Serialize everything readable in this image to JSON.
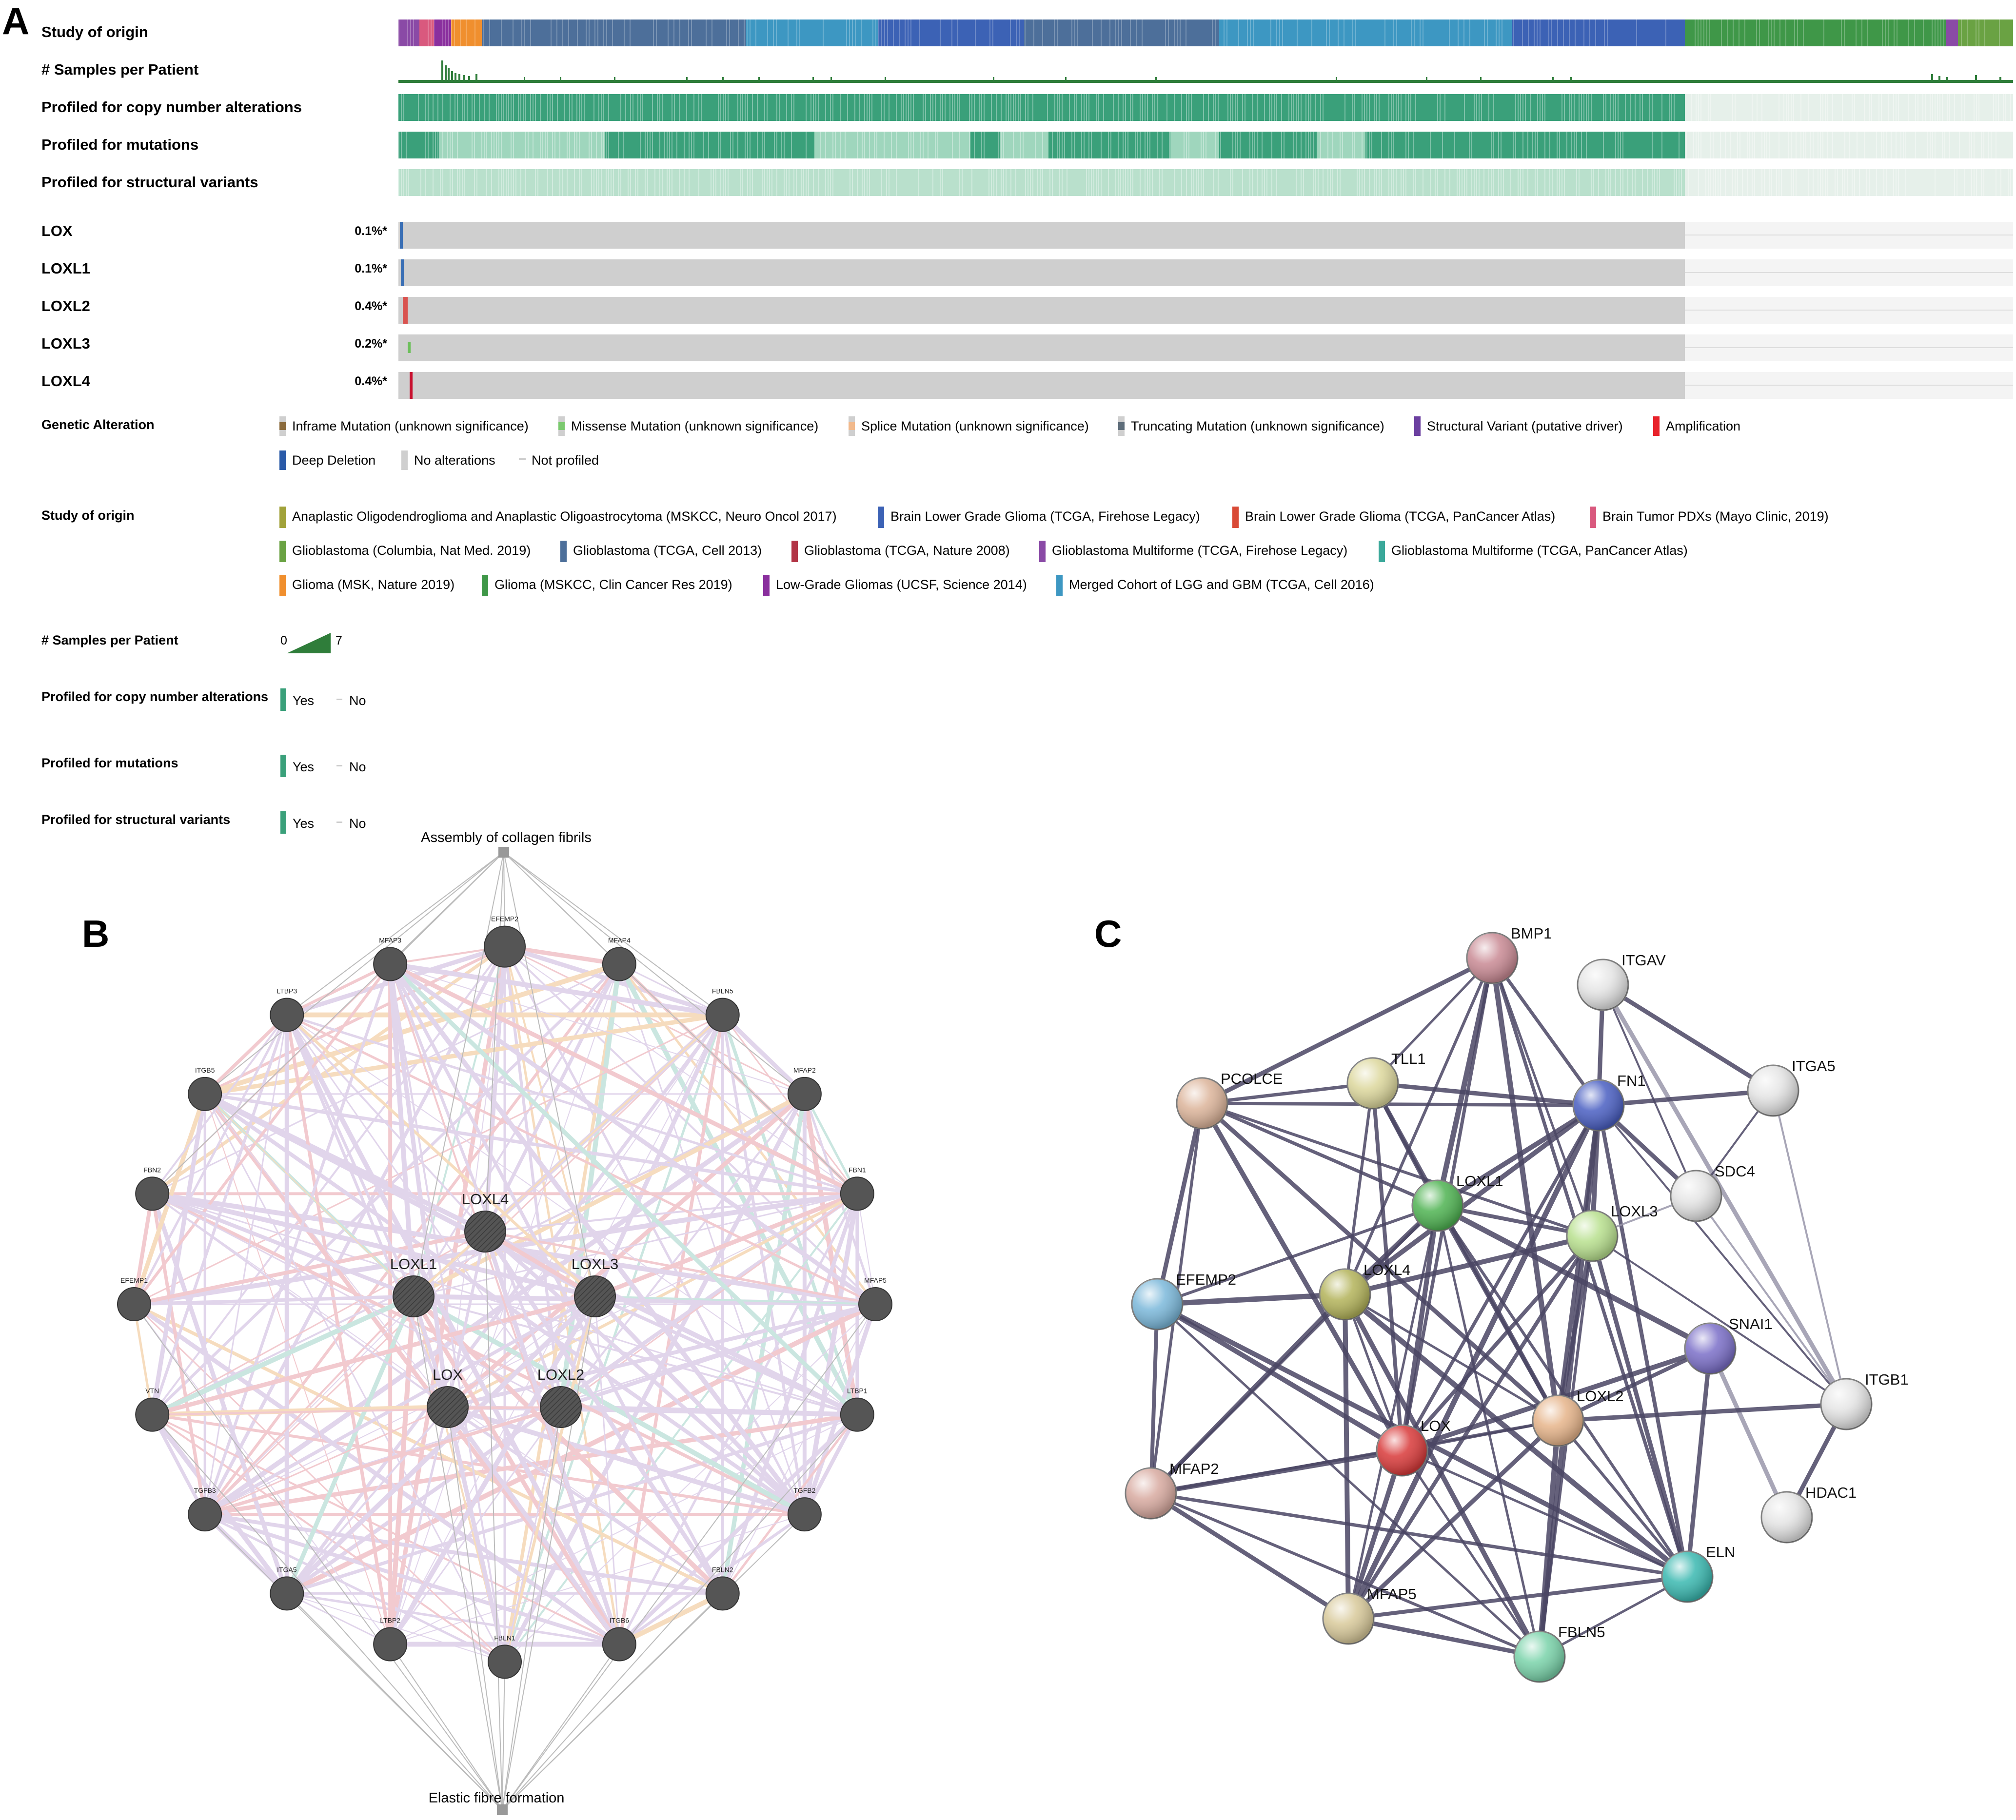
{
  "panel_letters": {
    "a": "A",
    "b": "B",
    "c": "C"
  },
  "oncoprint": {
    "track_labels": [
      "Study of origin",
      "# Samples per Patient",
      "Profiled for copy number alterations",
      "Profiled for mutations",
      "Profiled for structural variants"
    ],
    "genes": [
      {
        "name": "LOX",
        "freq": "0.1%*",
        "alt_color": "#3a6fb5"
      },
      {
        "name": "LOXL1",
        "freq": "0.1%*",
        "alt_color": "#3a6fb5"
      },
      {
        "name": "LOXL2",
        "freq": "0.4%*",
        "alt_color": "#d9534f"
      },
      {
        "name": "LOXL3",
        "freq": "0.2%*",
        "alt_color": "#6cbf5a"
      },
      {
        "name": "LOXL4",
        "freq": "0.4%*",
        "alt_color": "#c8102e"
      }
    ],
    "legend": {
      "genetic_alteration": {
        "title": "Genetic Alteration",
        "items": [
          {
            "label": "Inframe Mutation (unknown significance)",
            "color": "#8b6b3d"
          },
          {
            "label": "Missense Mutation (unknown significance)",
            "color": "#7bc96f"
          },
          {
            "label": "Splice Mutation (unknown significance)",
            "color": "#f1b98c"
          },
          {
            "label": "Truncating Mutation (unknown significance)",
            "color": "#5e6d7a"
          },
          {
            "label": "Structural Variant (putative driver)",
            "color": "#6b3fa0"
          },
          {
            "label": "Amplification",
            "color": "#e8222b"
          },
          {
            "label": "Deep Deletion",
            "color": "#2a5aa8"
          },
          {
            "label": "No alterations",
            "color": "#cfcfcf"
          },
          {
            "label": "Not profiled",
            "color": "#e8e8e8"
          }
        ]
      },
      "study_of_origin": {
        "title": "Study of origin",
        "items": [
          {
            "label": "Anaplastic Oligodendroglioma and Anaplastic Oligoastrocytoma (MSKCC, Neuro Oncol 2017)",
            "color": "#a1a23a"
          },
          {
            "label": "Brain Lower Grade Glioma (TCGA, Firehose Legacy)",
            "color": "#3c62b5"
          },
          {
            "label": "Brain Lower Grade Glioma (TCGA, PanCancer Atlas)",
            "color": "#d94a36"
          },
          {
            "label": "Brain Tumor PDXs (Mayo Clinic, 2019)",
            "color": "#d9597e"
          },
          {
            "label": "Glioblastoma (Columbia, Nat Med. 2019)",
            "color": "#6aa243"
          },
          {
            "label": "Glioblastoma (TCGA, Cell 2013)",
            "color": "#4d6f9a"
          },
          {
            "label": "Glioblastoma (TCGA, Nature 2008)",
            "color": "#b23446"
          },
          {
            "label": "Glioblastoma Multiforme (TCGA, Firehose Legacy)",
            "color": "#8a4aa6"
          },
          {
            "label": "Glioblastoma Multiforme (TCGA, PanCancer Atlas)",
            "color": "#3aa89a"
          },
          {
            "label": "Glioma (MSK, Nature 2019)",
            "color": "#f08f2e"
          },
          {
            "label": "Glioma (MSKCC, Clin Cancer Res 2019)",
            "color": "#3f9748"
          },
          {
            "label": "Low-Grade Gliomas (UCSF, Science 2014)",
            "color": "#8a2f9e"
          },
          {
            "label": "Merged Cohort of LGG and GBM (TCGA, Cell 2016)",
            "color": "#3d97c2"
          }
        ]
      },
      "samples_per_patient": {
        "title": "# Samples per Patient",
        "min": "0",
        "max": "7"
      },
      "profiled_cna": {
        "title": "Profiled for copy number alterations",
        "yes": "Yes",
        "no": "No"
      },
      "profiled_mut": {
        "title": "Profiled for mutations",
        "yes": "Yes",
        "no": "No"
      },
      "profiled_sv": {
        "title": "Profiled for structural variants",
        "yes": "Yes",
        "no": "No"
      }
    }
  },
  "genemania": {
    "top_label": "Assembly of collagen fibrils",
    "bottom_label": "Elastic fibre formation",
    "center_nodes": [
      "LOXL4",
      "LOXL1",
      "LOXL3",
      "LOX",
      "LOXL2"
    ],
    "ring_nodes": [
      "EFEMP2",
      "MFAP4",
      "FBLN5",
      "MFAP2",
      "FBN1",
      "MFAP5",
      "LTBP1",
      "TGFB2",
      "FBLN2",
      "ITGB6",
      "FBLN1",
      "LTBP2",
      "ITGA5",
      "TGFB3",
      "VTN",
      "EFEMP1",
      "FBN2",
      "ITGB5",
      "LTBP3",
      "MFAP3"
    ],
    "edge_colors": [
      "#c9b3dc",
      "#e8a0a8",
      "#f0c08a",
      "#9fd3c7"
    ]
  },
  "string_network": {
    "nodes": [
      {
        "id": "BMP1",
        "color": "#c98a94"
      },
      {
        "id": "ITGAV",
        "color": "#e4e4e4"
      },
      {
        "id": "TLL1",
        "color": "#dcd79c"
      },
      {
        "id": "PCOLCE",
        "color": "#dcb49a"
      },
      {
        "id": "FN1",
        "color": "#4a5fc2"
      },
      {
        "id": "ITGA5",
        "color": "#e4e4e4"
      },
      {
        "id": "SDC4",
        "color": "#e4e4e4"
      },
      {
        "id": "LOXL1",
        "color": "#4fb352"
      },
      {
        "id": "LOXL3",
        "color": "#b8e08e"
      },
      {
        "id": "EFEMP2",
        "color": "#7bb8da"
      },
      {
        "id": "LOXL4",
        "color": "#b3b35a"
      },
      {
        "id": "SNAI1",
        "color": "#7b6fc8"
      },
      {
        "id": "ITGB1",
        "color": "#e4e4e4"
      },
      {
        "id": "LOXL2",
        "color": "#e6b48a"
      },
      {
        "id": "LOX",
        "color": "#d93a3a"
      },
      {
        "id": "MFAP2",
        "color": "#d8aaa0"
      },
      {
        "id": "HDAC1",
        "color": "#e4e4e4"
      },
      {
        "id": "ELN",
        "color": "#3ab8b0"
      },
      {
        "id": "MFAP5",
        "color": "#d8c99a"
      },
      {
        "id": "FBLN5",
        "color": "#7ad3aa"
      }
    ],
    "edges": [
      [
        "BMP1",
        "TLL1"
      ],
      [
        "BMP1",
        "PCOLCE"
      ],
      [
        "BMP1",
        "LOXL1"
      ],
      [
        "BMP1",
        "LOXL3"
      ],
      [
        "BMP1",
        "LOX"
      ],
      [
        "BMP1",
        "LOXL2"
      ],
      [
        "BMP1",
        "FN1"
      ],
      [
        "BMP1",
        "LOXL4"
      ],
      [
        "BMP1",
        "ELN"
      ],
      [
        "ITGAV",
        "FN1"
      ],
      [
        "ITGAV",
        "ITGA5"
      ],
      [
        "ITGAV",
        "SDC4"
      ],
      [
        "ITGAV",
        "ITGB1"
      ],
      [
        "TLL1",
        "PCOLCE"
      ],
      [
        "TLL1",
        "LOXL1"
      ],
      [
        "TLL1",
        "LOX"
      ],
      [
        "TLL1",
        "LOXL2"
      ],
      [
        "TLL1",
        "LOXL4"
      ],
      [
        "TLL1",
        "FN1"
      ],
      [
        "PCOLCE",
        "LOXL1"
      ],
      [
        "PCOLCE",
        "LOX"
      ],
      [
        "PCOLCE",
        "LOXL2"
      ],
      [
        "PCOLCE",
        "EFEMP2"
      ],
      [
        "PCOLCE",
        "LOXL3"
      ],
      [
        "PCOLCE",
        "FN1"
      ],
      [
        "PCOLCE",
        "MFAP2"
      ],
      [
        "FN1",
        "ITGA5"
      ],
      [
        "FN1",
        "SDC4"
      ],
      [
        "FN1",
        "ITGB1"
      ],
      [
        "FN1",
        "LOX"
      ],
      [
        "FN1",
        "LOXL3"
      ],
      [
        "FN1",
        "LOXL2"
      ],
      [
        "FN1",
        "LOXL1"
      ],
      [
        "FN1",
        "ELN"
      ],
      [
        "FN1",
        "FBLN5"
      ],
      [
        "FN1",
        "MFAP5"
      ],
      [
        "FN1",
        "LOXL4"
      ],
      [
        "ITGA5",
        "SDC4"
      ],
      [
        "ITGA5",
        "ITGB1"
      ],
      [
        "SDC4",
        "ITGB1"
      ],
      [
        "SDC4",
        "LOXL3"
      ],
      [
        "LOXL1",
        "LOXL3"
      ],
      [
        "LOXL1",
        "LOXL4"
      ],
      [
        "LOXL1",
        "LOX"
      ],
      [
        "LOXL1",
        "LOXL2"
      ],
      [
        "LOXL1",
        "EFEMP2"
      ],
      [
        "LOXL1",
        "ELN"
      ],
      [
        "LOXL1",
        "FBLN5"
      ],
      [
        "LOXL1",
        "MFAP2"
      ],
      [
        "LOXL1",
        "MFAP5"
      ],
      [
        "LOXL1",
        "SNAI1"
      ],
      [
        "LOXL3",
        "LOXL4"
      ],
      [
        "LOXL3",
        "LOX"
      ],
      [
        "LOXL3",
        "LOXL2"
      ],
      [
        "LOXL3",
        "ELN"
      ],
      [
        "LOXL3",
        "FBLN5"
      ],
      [
        "LOXL3",
        "MFAP5"
      ],
      [
        "LOXL3",
        "ITGB1"
      ],
      [
        "EFEMP2",
        "LOXL4"
      ],
      [
        "EFEMP2",
        "LOX"
      ],
      [
        "EFEMP2",
        "MFAP2"
      ],
      [
        "EFEMP2",
        "ELN"
      ],
      [
        "EFEMP2",
        "FBLN5"
      ],
      [
        "LOXL4",
        "LOX"
      ],
      [
        "LOXL4",
        "LOXL2"
      ],
      [
        "LOXL4",
        "ELN"
      ],
      [
        "LOXL4",
        "FBLN5"
      ],
      [
        "LOXL4",
        "MFAP2"
      ],
      [
        "LOXL4",
        "MFAP5"
      ],
      [
        "SNAI1",
        "LOXL2"
      ],
      [
        "SNAI1",
        "HDAC1"
      ],
      [
        "SNAI1",
        "LOX"
      ],
      [
        "SNAI1",
        "ELN"
      ],
      [
        "ITGB1",
        "LOXL2"
      ],
      [
        "ITGB1",
        "HDAC1"
      ],
      [
        "LOXL2",
        "LOX"
      ],
      [
        "LOXL2",
        "ELN"
      ],
      [
        "LOXL2",
        "FBLN5"
      ],
      [
        "LOXL2",
        "MFAP5"
      ],
      [
        "LOXL2",
        "MFAP2"
      ],
      [
        "LOX",
        "MFAP2"
      ],
      [
        "LOX",
        "ELN"
      ],
      [
        "LOX",
        "FBLN5"
      ],
      [
        "LOX",
        "MFAP5"
      ],
      [
        "MFAP2",
        "ELN"
      ],
      [
        "MFAP2",
        "FBLN5"
      ],
      [
        "MFAP2",
        "MFAP5"
      ],
      [
        "ELN",
        "FBLN5"
      ],
      [
        "ELN",
        "MFAP5"
      ],
      [
        "MFAP5",
        "FBLN5"
      ]
    ]
  }
}
